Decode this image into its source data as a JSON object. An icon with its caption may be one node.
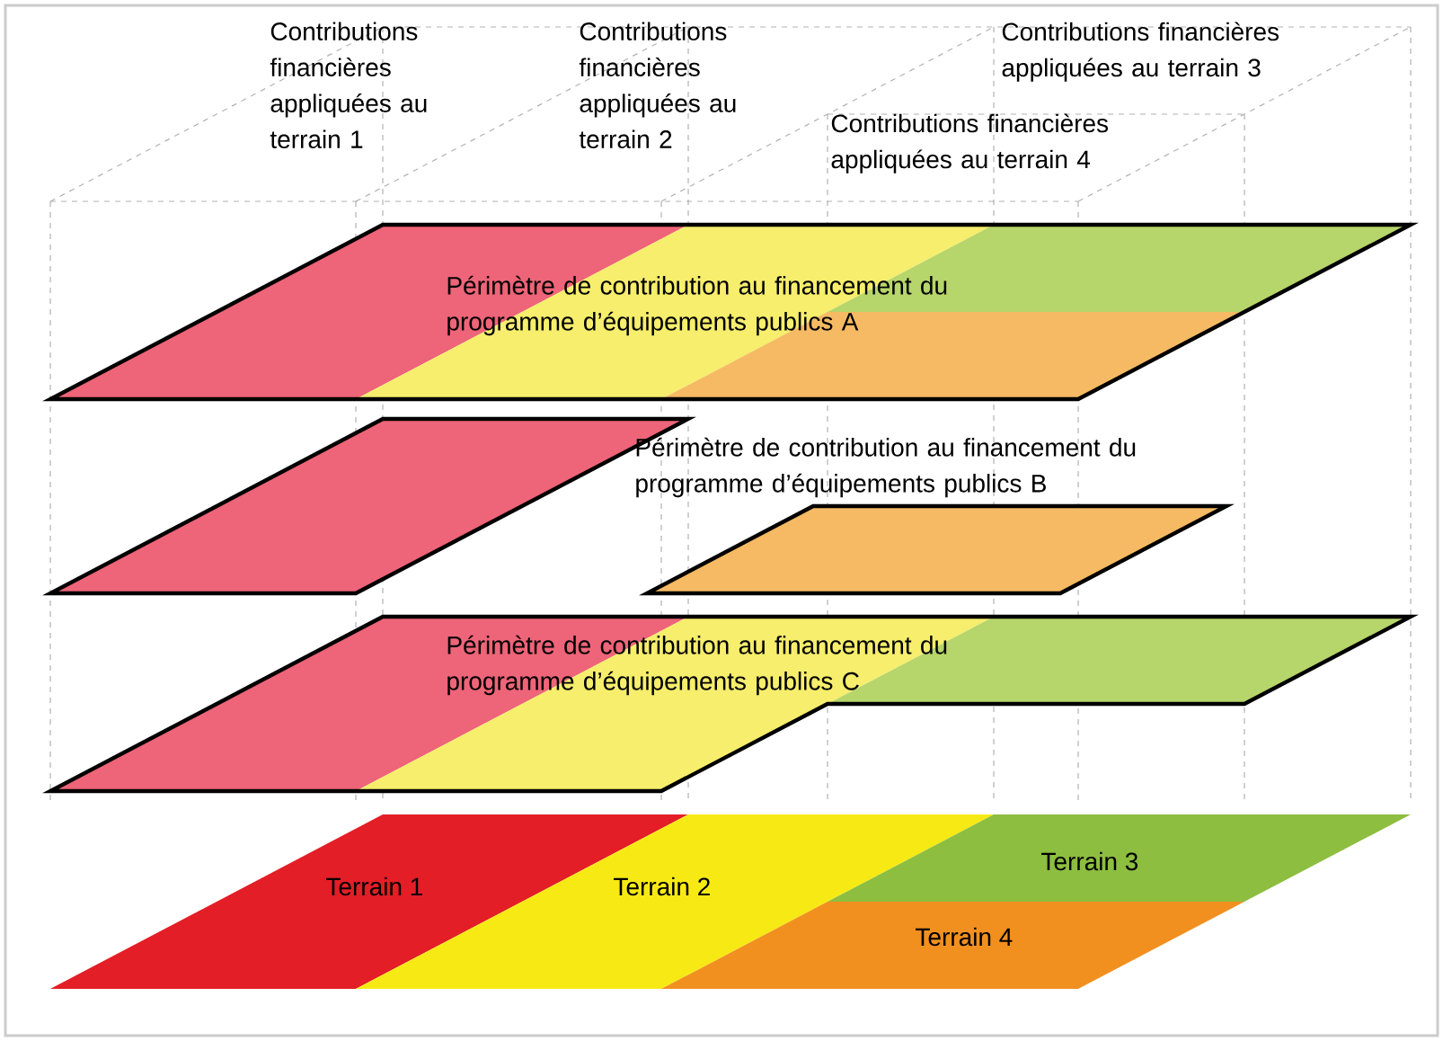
{
  "diagram": {
    "nodes": [
      {
        "text": [
          "Périmètre de contribution au financement du programme d’équipements publics A"
        ]
      },
      {
        "text": [
          "Périmètre de contribution au financement du programme d’équipements publics B"
        ]
      },
      {
        "text": [
          "Périmètre de contribution au financement du programme d’équipements publics C"
        ]
      },
      {
        "text": [
          "Terrain 1"
        ]
      },
      {
        "text": [
          "Terrain 2"
        ]
      },
      {
        "text": [
          "Terrain 3"
        ]
      },
      {
        "text": [
          "Terrain 4"
        ]
      }
    ],
    "labels": [
      "Contributions financières appliquées au terrain 1",
      "Contributions financières appliquées au terrain 2",
      "Contributions financières appliquées au terrain 3",
      "Contributions financières appliquées au terrain 4"
    ]
  }
}
